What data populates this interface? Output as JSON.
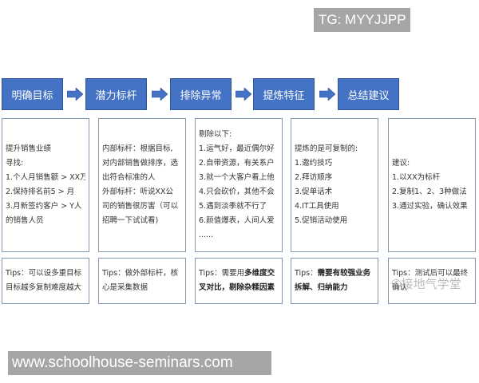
{
  "overlay": {
    "tg_label": "TG: MYYJJPP",
    "website": "www.schoolhouse-seminars.com",
    "wechat_watermark": "接地气学堂"
  },
  "colors": {
    "header_fill": "#4472c4",
    "arrow_fill": "#4472c4",
    "card_border": "#8497b0",
    "overlay_gray": "#a6a6a6"
  },
  "steps": [
    {
      "title": "明确目标",
      "content": [
        "提升销售业绩",
        "寻找:",
        "1.个人月销售额 > XX万",
        "2.保持排名前5 > 月",
        "3.月新签约客户 > Y人",
        "的销售人员"
      ],
      "tips": [
        "Tips：可以设多重目标",
        "目标越多复制难度越大"
      ]
    },
    {
      "title": "潜力标杆",
      "content": [
        "内部标杆：根据目标,",
        "对内部销售做排序，选",
        "出符合标准的人",
        "外部标杆：听说XX公",
        "司的销售很厉害（可以",
        "招聘一下试试看)"
      ],
      "tips": [
        "Tips：做外部标杆，核",
        "心是采集数据"
      ]
    },
    {
      "title": "排除异常",
      "content": [
        "剔除以下:",
        "1.运气好，最近偶尔好",
        "2.自带资源，有关系户",
        "3.就一个大客户看上他",
        "4.只会砍价，其他不会",
        "5.遇到淡季就不行了",
        "6.颜值爆表，人间人爱",
        "......"
      ],
      "tips": [
        "Tips：需要用",
        "多维度交",
        "叉对比，剔除杂糅因素"
      ]
    },
    {
      "title": "提炼特征",
      "content": [
        "提炼的是可复制的:",
        "1.邀约技巧",
        "2.拜访顺序",
        "3.促单话术",
        "4.IT工具使用",
        "5.促销活动使用"
      ],
      "tips": [
        "Tips：",
        "需要有较强业务",
        "拆解、归纳能力"
      ]
    },
    {
      "title": "总结建议",
      "content": [
        "建议:",
        "1.以XX为标杆",
        "2.复制1、2、3种做法",
        "3.通过实验，确认效果"
      ],
      "tips": [
        "Tips：测试后可以最终",
        "确认"
      ]
    }
  ]
}
